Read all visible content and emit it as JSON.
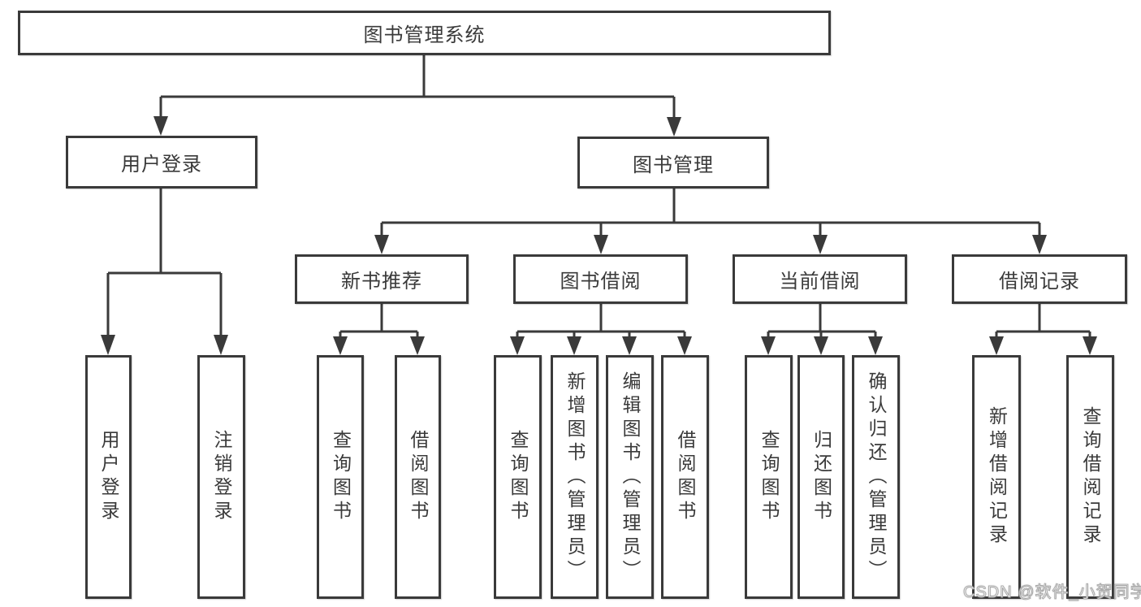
{
  "diagram": {
    "root": "图书管理系统",
    "branches": [
      {
        "label": "用户登录",
        "leaves": [
          "用户登录",
          "注销登录"
        ]
      },
      {
        "label": "图书管理",
        "groups": [
          {
            "label": "新书推荐",
            "leaves": [
              "查询图书",
              "借阅图书"
            ]
          },
          {
            "label": "图书借阅",
            "leaves": [
              "查询图书",
              "新增图书（管理员）",
              "编辑图书（管理员）",
              "借阅图书"
            ]
          },
          {
            "label": "当前借阅",
            "leaves": [
              "查询图书",
              "归还图书",
              "确认归还（管理员）"
            ]
          },
          {
            "label": "借阅记录",
            "leaves": [
              "新增借阅记录",
              "查询借阅记录"
            ]
          }
        ]
      }
    ]
  },
  "watermark": {
    "text": "CSDN @软件_小贺同学"
  },
  "colors": {
    "line": "#3a3a3a",
    "text": "#3a3a3a",
    "background": "#ffffff",
    "watermark_fill": "#fdfdfd",
    "watermark_outline": "#a8a8a8"
  }
}
